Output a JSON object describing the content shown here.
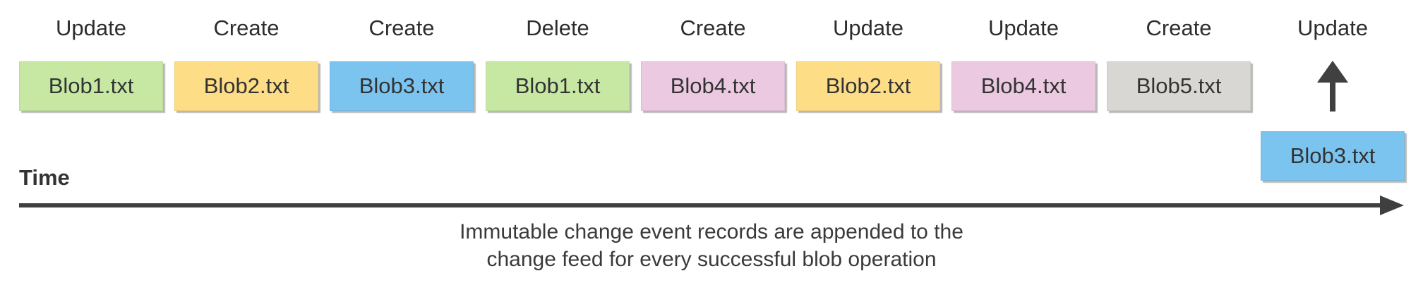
{
  "diagram": {
    "description_caption": {
      "line1": "Immutable change event records are appended to the",
      "line2": "change feed for every successful blob operation"
    },
    "timeline": {
      "label": "Time",
      "axis_color": "#3f3f3f"
    },
    "events": [
      {
        "operation": "Update",
        "blob": "Blob1.txt",
        "color": "#c7e8a3"
      },
      {
        "operation": "Create",
        "blob": "Blob2.txt",
        "color": "#fedd87"
      },
      {
        "operation": "Create",
        "blob": "Blob3.txt",
        "color": "#7bc4f0"
      },
      {
        "operation": "Delete",
        "blob": "Blob1.txt",
        "color": "#c7e8a3"
      },
      {
        "operation": "Create",
        "blob": "Blob4.txt",
        "color": "#eac9e1"
      },
      {
        "operation": "Update",
        "blob": "Blob2.txt",
        "color": "#fedd87"
      },
      {
        "operation": "Update",
        "blob": "Blob4.txt",
        "color": "#eac9e1"
      },
      {
        "operation": "Create",
        "blob": "Blob5.txt",
        "color": "#d8d7d4"
      },
      {
        "operation": "Update",
        "blob": "Blob3.txt",
        "color": "#7bc4f0",
        "icon": "up-arrow-icon"
      }
    ],
    "colors": {
      "green": "#c7e8a3",
      "yellow": "#fedd87",
      "blue": "#7bc4f0",
      "pink": "#eac9e1",
      "gray": "#d8d7d4",
      "arrow": "#404040",
      "text": "#333333"
    }
  }
}
